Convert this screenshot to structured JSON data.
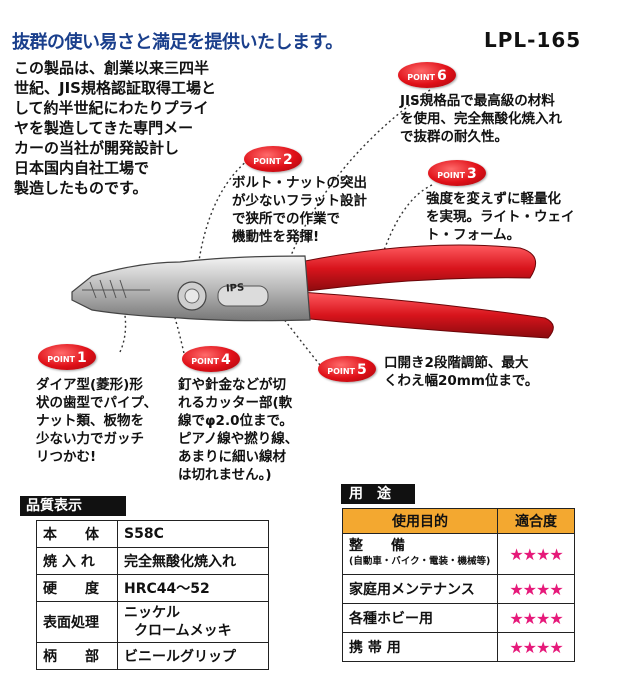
{
  "headline": "抜群の使い易さと満足を提供いたします。",
  "model": "LPL-165",
  "intro_lines": [
    "この製品は、創業以来三四半",
    "世紀、JIS規格認証取得工場と",
    "して約半世紀にわたりプライ",
    "ヤを製造してきた専門メー",
    "カーの当社が開発設計し",
    "日本国内自社工場で",
    "製造したものです。"
  ],
  "tool_marking": "IPS",
  "badge_word": "POINT",
  "points": [
    {
      "num": "1",
      "lines": [
        "ダイア型(菱形)形",
        "状の歯型でパイプ、",
        "ナット類、板物を",
        "少ない力でガッチ",
        "リつかむ!"
      ]
    },
    {
      "num": "2",
      "lines": [
        "ボルト・ナットの突出",
        "が少ないフラット設計",
        "で狭所での作業で",
        "機動性を発揮!"
      ]
    },
    {
      "num": "3",
      "lines": [
        "強度を変えずに軽量化",
        "を実現。ライト・ウェイ",
        "ト・フォーム。"
      ]
    },
    {
      "num": "4",
      "lines": [
        "釘や針金などが切",
        "れるカッター部(軟",
        "線でφ2.0位まで。",
        "ピアノ線や撚り線、",
        "あまりに細い線材",
        "は切れません。)"
      ]
    },
    {
      "num": "5",
      "lines": [
        "口開き2段階調節、最大",
        "くわえ幅20mm位まで。"
      ]
    },
    {
      "num": "6",
      "lines": [
        "JIS規格品で最高級の材料",
        "を使用、完全無酸化焼入れ",
        "で抜群の耐久性。"
      ]
    }
  ],
  "quality": {
    "title": "品質表示",
    "rows": [
      {
        "key": "本　　体",
        "value": "S58C"
      },
      {
        "key": "焼 入 れ",
        "value": "完全無酸化焼入れ"
      },
      {
        "key": "硬　　度",
        "value": "HRC44〜52"
      },
      {
        "key": "表面処理",
        "value": "ニッケル",
        "value2": "クロームメッキ"
      },
      {
        "key": "柄　　部",
        "value": "ビニールグリップ"
      }
    ]
  },
  "usage": {
    "title": "用　途",
    "header_purpose": "使用目的",
    "header_rating": "適合度",
    "rows": [
      {
        "purpose": "整　　備",
        "sub": "(自動車・バイク・電装・機械等)",
        "rating": "★★★★"
      },
      {
        "purpose": "家庭用メンテナンス",
        "rating": "★★★★"
      },
      {
        "purpose": "各種ホビー用",
        "rating": "★★★★"
      },
      {
        "purpose": "携 帯 用",
        "rating": "★★★★"
      }
    ]
  },
  "colors": {
    "headline": "#1a3f8c",
    "badge": "#e01018",
    "handle": "#d8141c",
    "table_header": "#f3a830",
    "stars": "#e6197a"
  }
}
